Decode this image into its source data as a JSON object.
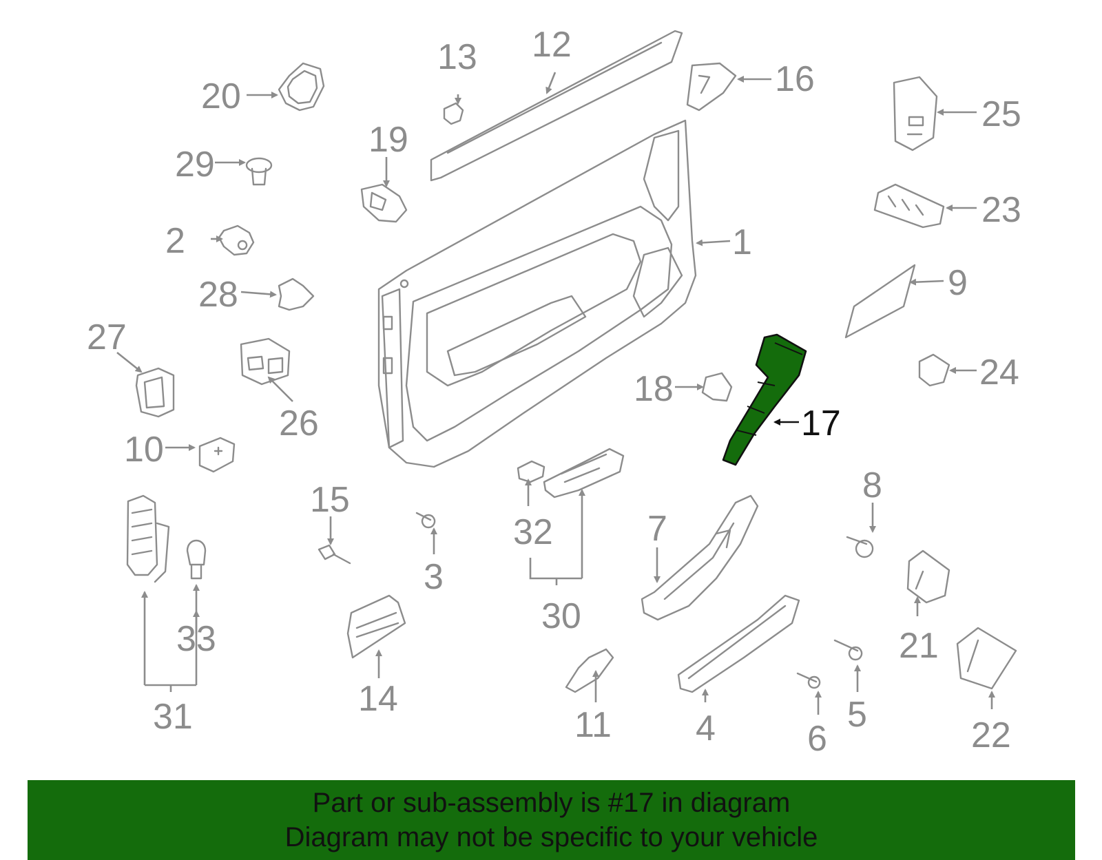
{
  "highlight_color": "#146c0c",
  "highlight_part": "17",
  "banner": {
    "line1": "Part or sub-assembly is #17 in diagram",
    "line2": "Diagram may not be specific to your vehicle"
  },
  "callouts": {
    "c1": "1",
    "c2": "2",
    "c3": "3",
    "c4": "4",
    "c5": "5",
    "c6": "6",
    "c7": "7",
    "c8": "8",
    "c9": "9",
    "c10": "10",
    "c11": "11",
    "c12": "12",
    "c13": "13",
    "c14": "14",
    "c15": "15",
    "c16": "16",
    "c17": "17",
    "c18": "18",
    "c19": "19",
    "c20": "20",
    "c21": "21",
    "c22": "22",
    "c23": "23",
    "c24": "24",
    "c25": "25",
    "c26": "26",
    "c27": "27",
    "c28": "28",
    "c29": "29",
    "c30": "30",
    "c31": "31",
    "c32": "32",
    "c33": "33"
  }
}
